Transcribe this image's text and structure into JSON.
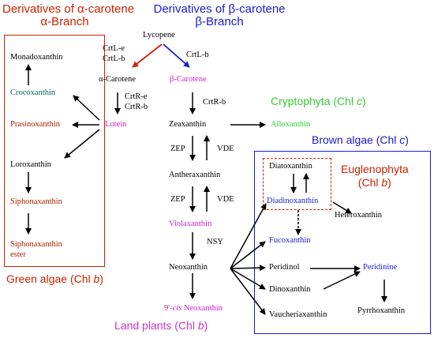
{
  "headers": {
    "alpha": {
      "line1": "Derivatives of α-carotene",
      "line2": "α-Branch",
      "color": "#cc2200"
    },
    "beta": {
      "line1": "Derivatives of β-carotene",
      "line2": "β-Branch",
      "color": "#1a1acc"
    }
  },
  "compounds": {
    "lycopene": "Lycopene",
    "alpha_carotene": "α-Carotene",
    "beta_carotene": "β-Carotene",
    "lutein": "Lutein",
    "zeaxanthin": "Zeaxanthin",
    "antheraxanthin": "Antheraxanthin",
    "violaxanthin": "Violaxanthin",
    "neoxanthin": "Neoxanthin",
    "cis_neoxanthin_prefix": "9'-",
    "cis_neoxanthin_italic": "cis",
    "cis_neoxanthin_suffix": " Neoxanthin",
    "monadoxanthin": "Monadoxanthin",
    "crocoxanthin": "Crocoxanthin",
    "prasinoxanthin": "Prasinoxanthin",
    "loroxanthin": "Loroxanthin",
    "siphonaxanthin": "Siphonaxanthin",
    "siphonaxanthin_ester_1": "Siphonaxanthin",
    "siphonaxanthin_ester_2": "ester",
    "alloxanthin": "Alloxanthin",
    "diatoxanthin": "Diatoxanthin",
    "diadinoxanthin": "Diadinoxanthin",
    "heteroxanthin": "Heteroxanthin",
    "fucoxanthin": "Fucoxanthin",
    "peridinol": "Peridinol",
    "peridinine": "Peridinine",
    "dinoxanthin": "Dinoxanthin",
    "vaucheriaxanthin": "Vaucheriaxanthin",
    "pyrrhoxanthin": "Pyrrhoxanthin"
  },
  "enzymes": {
    "crtl_e": "CrtL-e",
    "crtl_b_left": "CrtL-b",
    "crtl_b_right": "CrtL-b",
    "crtr_e": "CrtR-e",
    "crtr_b_left": "CrtR-b",
    "crtr_b_right": "CrtR-b",
    "zep1": "ZEP",
    "vde1": "VDE",
    "zep2": "ZEP",
    "vde2": "VDE",
    "nsy": "NSY"
  },
  "groups": {
    "cryptophyta": {
      "prefix": "Cryptophyta (Chl ",
      "italic": "c",
      "suffix": ")",
      "color": "#33cc33"
    },
    "brown_algae": {
      "prefix": "Brown algae (Chl ",
      "italic": "c",
      "suffix": ")",
      "color": "#1a1acc"
    },
    "euglenophyta": {
      "line1": "Euglenophyta",
      "line2_prefix": "(Chl ",
      "line2_italic": "b",
      "line2_suffix": ")",
      "color": "#cc2200"
    },
    "green_algae": {
      "prefix": "Green algae (Chl ",
      "italic": "b",
      "suffix": ")",
      "color": "#cc2200"
    },
    "land_plants": {
      "prefix": "Land plants (Chl ",
      "italic": "b",
      "suffix": ")",
      "color": "#cc33cc"
    }
  },
  "colors": {
    "black": "#000000",
    "red_text": "#aa2200",
    "magenta": "#cc22cc",
    "blue": "#1a1acc",
    "green": "#33cc33",
    "teal": "#006666"
  }
}
